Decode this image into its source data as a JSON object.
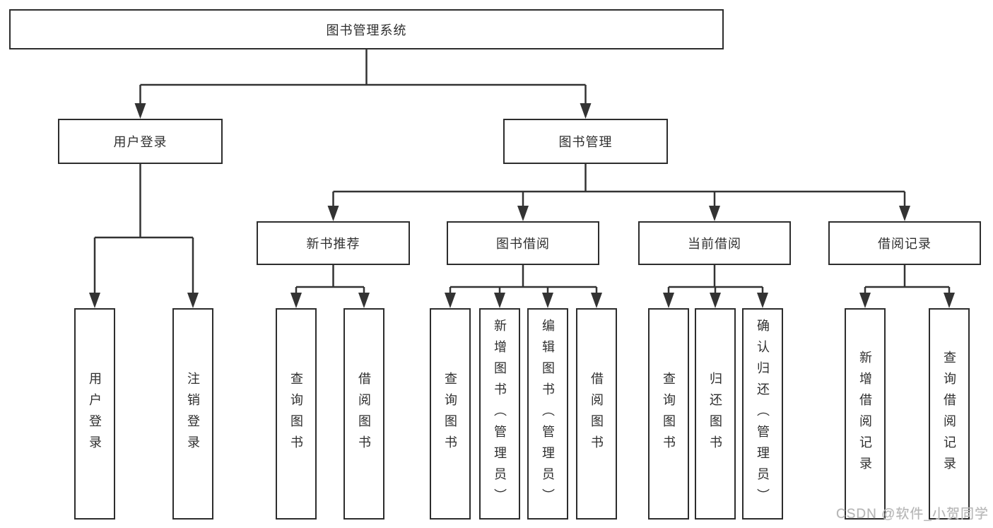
{
  "root": {
    "label": "图书管理系统"
  },
  "level2": [
    {
      "label": "用户登录"
    },
    {
      "label": "图书管理"
    }
  ],
  "level3": [
    {
      "label": "新书推荐"
    },
    {
      "label": "图书借阅"
    },
    {
      "label": "当前借阅"
    },
    {
      "label": "借阅记录"
    }
  ],
  "leaves": [
    {
      "label": "用户登录"
    },
    {
      "label": "注销登录"
    },
    {
      "label": "查询图书"
    },
    {
      "label": "借阅图书"
    },
    {
      "label": "查询图书"
    },
    {
      "label": "新增图书（管理员）"
    },
    {
      "label": "编辑图书（管理员）"
    },
    {
      "label": "借阅图书"
    },
    {
      "label": "查询图书"
    },
    {
      "label": "归还图书"
    },
    {
      "label": "确认归还（管理员）"
    },
    {
      "label": "新增借阅记录"
    },
    {
      "label": "查询借阅记录"
    }
  ],
  "watermark": "CSDN @软件_小贺同学",
  "colors": {
    "line": "#333333",
    "box_border": "#2d2d2d",
    "box_fill": "#ffffff",
    "text": "#2f2f2f",
    "watermark": "#b5b5b5"
  }
}
